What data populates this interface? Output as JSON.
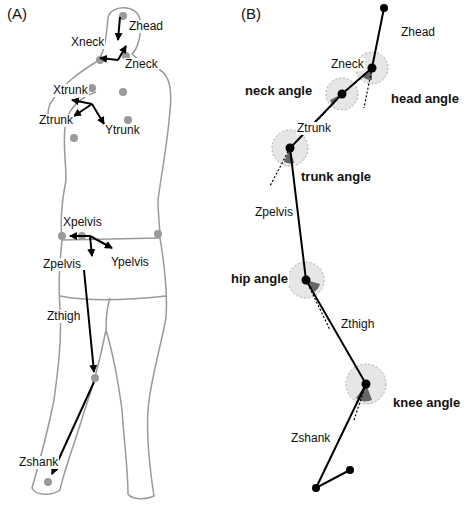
{
  "diagram": {
    "nodes": [],
    "edges": [],
    "labels": [
      "(A)",
      "Zhead",
      "Xneck",
      "Zneck",
      "Xtrunk",
      "Ztrunk",
      "Ytrunk",
      "Xpelvis",
      "Zpelvis",
      "Ypelvis",
      "Zthigh",
      "Zshank",
      "(B)",
      "Zhead",
      "Zneck",
      "neck angle",
      "head angle",
      "Ztrunk",
      "trunk angle",
      "Zpelvis",
      "hip angle",
      "Zthigh",
      "knee angle",
      "Zshank"
    ]
  }
}
